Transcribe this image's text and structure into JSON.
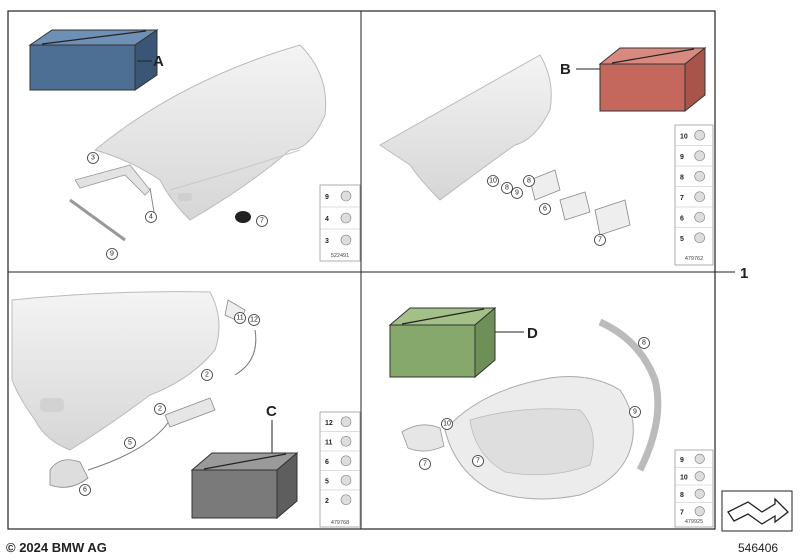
{
  "assembly_ref": "1",
  "copyright": "© 2024 BMW AG",
  "diagram_number": "546406",
  "quadrants": {
    "a": {
      "kit_letter": "A",
      "kit_color": "#4e6f94",
      "callouts": [
        "3",
        "4",
        "9",
        "7"
      ],
      "legend": {
        "numbers": [
          "9",
          "4",
          "3"
        ],
        "part_no": "522491"
      }
    },
    "b": {
      "kit_letter": "B",
      "kit_color": "#c4675c",
      "callouts": [
        "10",
        "8",
        "9",
        "8",
        "6",
        "7"
      ],
      "legend": {
        "numbers": [
          "10",
          "9",
          "8",
          "7",
          "6",
          "5"
        ],
        "part_no": "479762"
      }
    },
    "c": {
      "kit_letter": "C",
      "kit_color": "#7a7a7a",
      "callouts": [
        "11",
        "12",
        "2",
        "2",
        "5",
        "6"
      ],
      "legend": {
        "numbers": [
          "12",
          "11",
          "6",
          "5",
          "2"
        ],
        "part_no": "479768"
      }
    },
    "d": {
      "kit_letter": "D",
      "kit_color": "#86a86c",
      "callouts": [
        "8",
        "9",
        "10",
        "7",
        "7"
      ],
      "legend": {
        "numbers": [
          "9",
          "10",
          "8",
          "7"
        ],
        "part_no": "479925"
      }
    }
  }
}
